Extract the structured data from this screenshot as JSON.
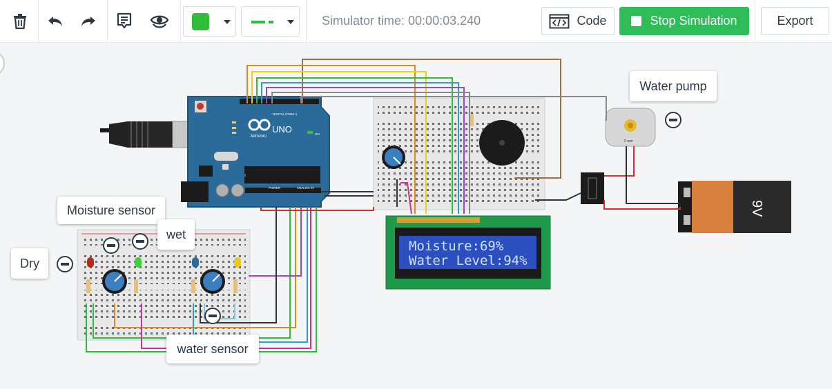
{
  "toolbar": {
    "delete": "delete-icon",
    "undo": "undo-icon",
    "redo": "redo-icon",
    "notes": "notes-icon",
    "visibility": "eye-icon",
    "wire_color": "#2fbd3a",
    "sim_time": "Simulator time: 00:00:03.240",
    "code_label": "Code",
    "stop_label": "Stop Simulation",
    "export_label": "Export"
  },
  "callouts": {
    "moisture": "Moisture sensor",
    "wet": "wet",
    "dry": "Dry",
    "water_sensor": "water sensor",
    "pump": "Water pump"
  },
  "lcd": {
    "line1": "Moisture:69%",
    "line2": "Water Level:94%"
  },
  "arduino": {
    "logo": "UNO",
    "brand": "ARDUINO",
    "digital": "DIGITAL (PWM~)",
    "power": "POWER",
    "analog": "ANALOG IN",
    "on": "ON"
  },
  "battery": {
    "label": "9V"
  },
  "motor": {
    "rpm": "0 rpm"
  }
}
